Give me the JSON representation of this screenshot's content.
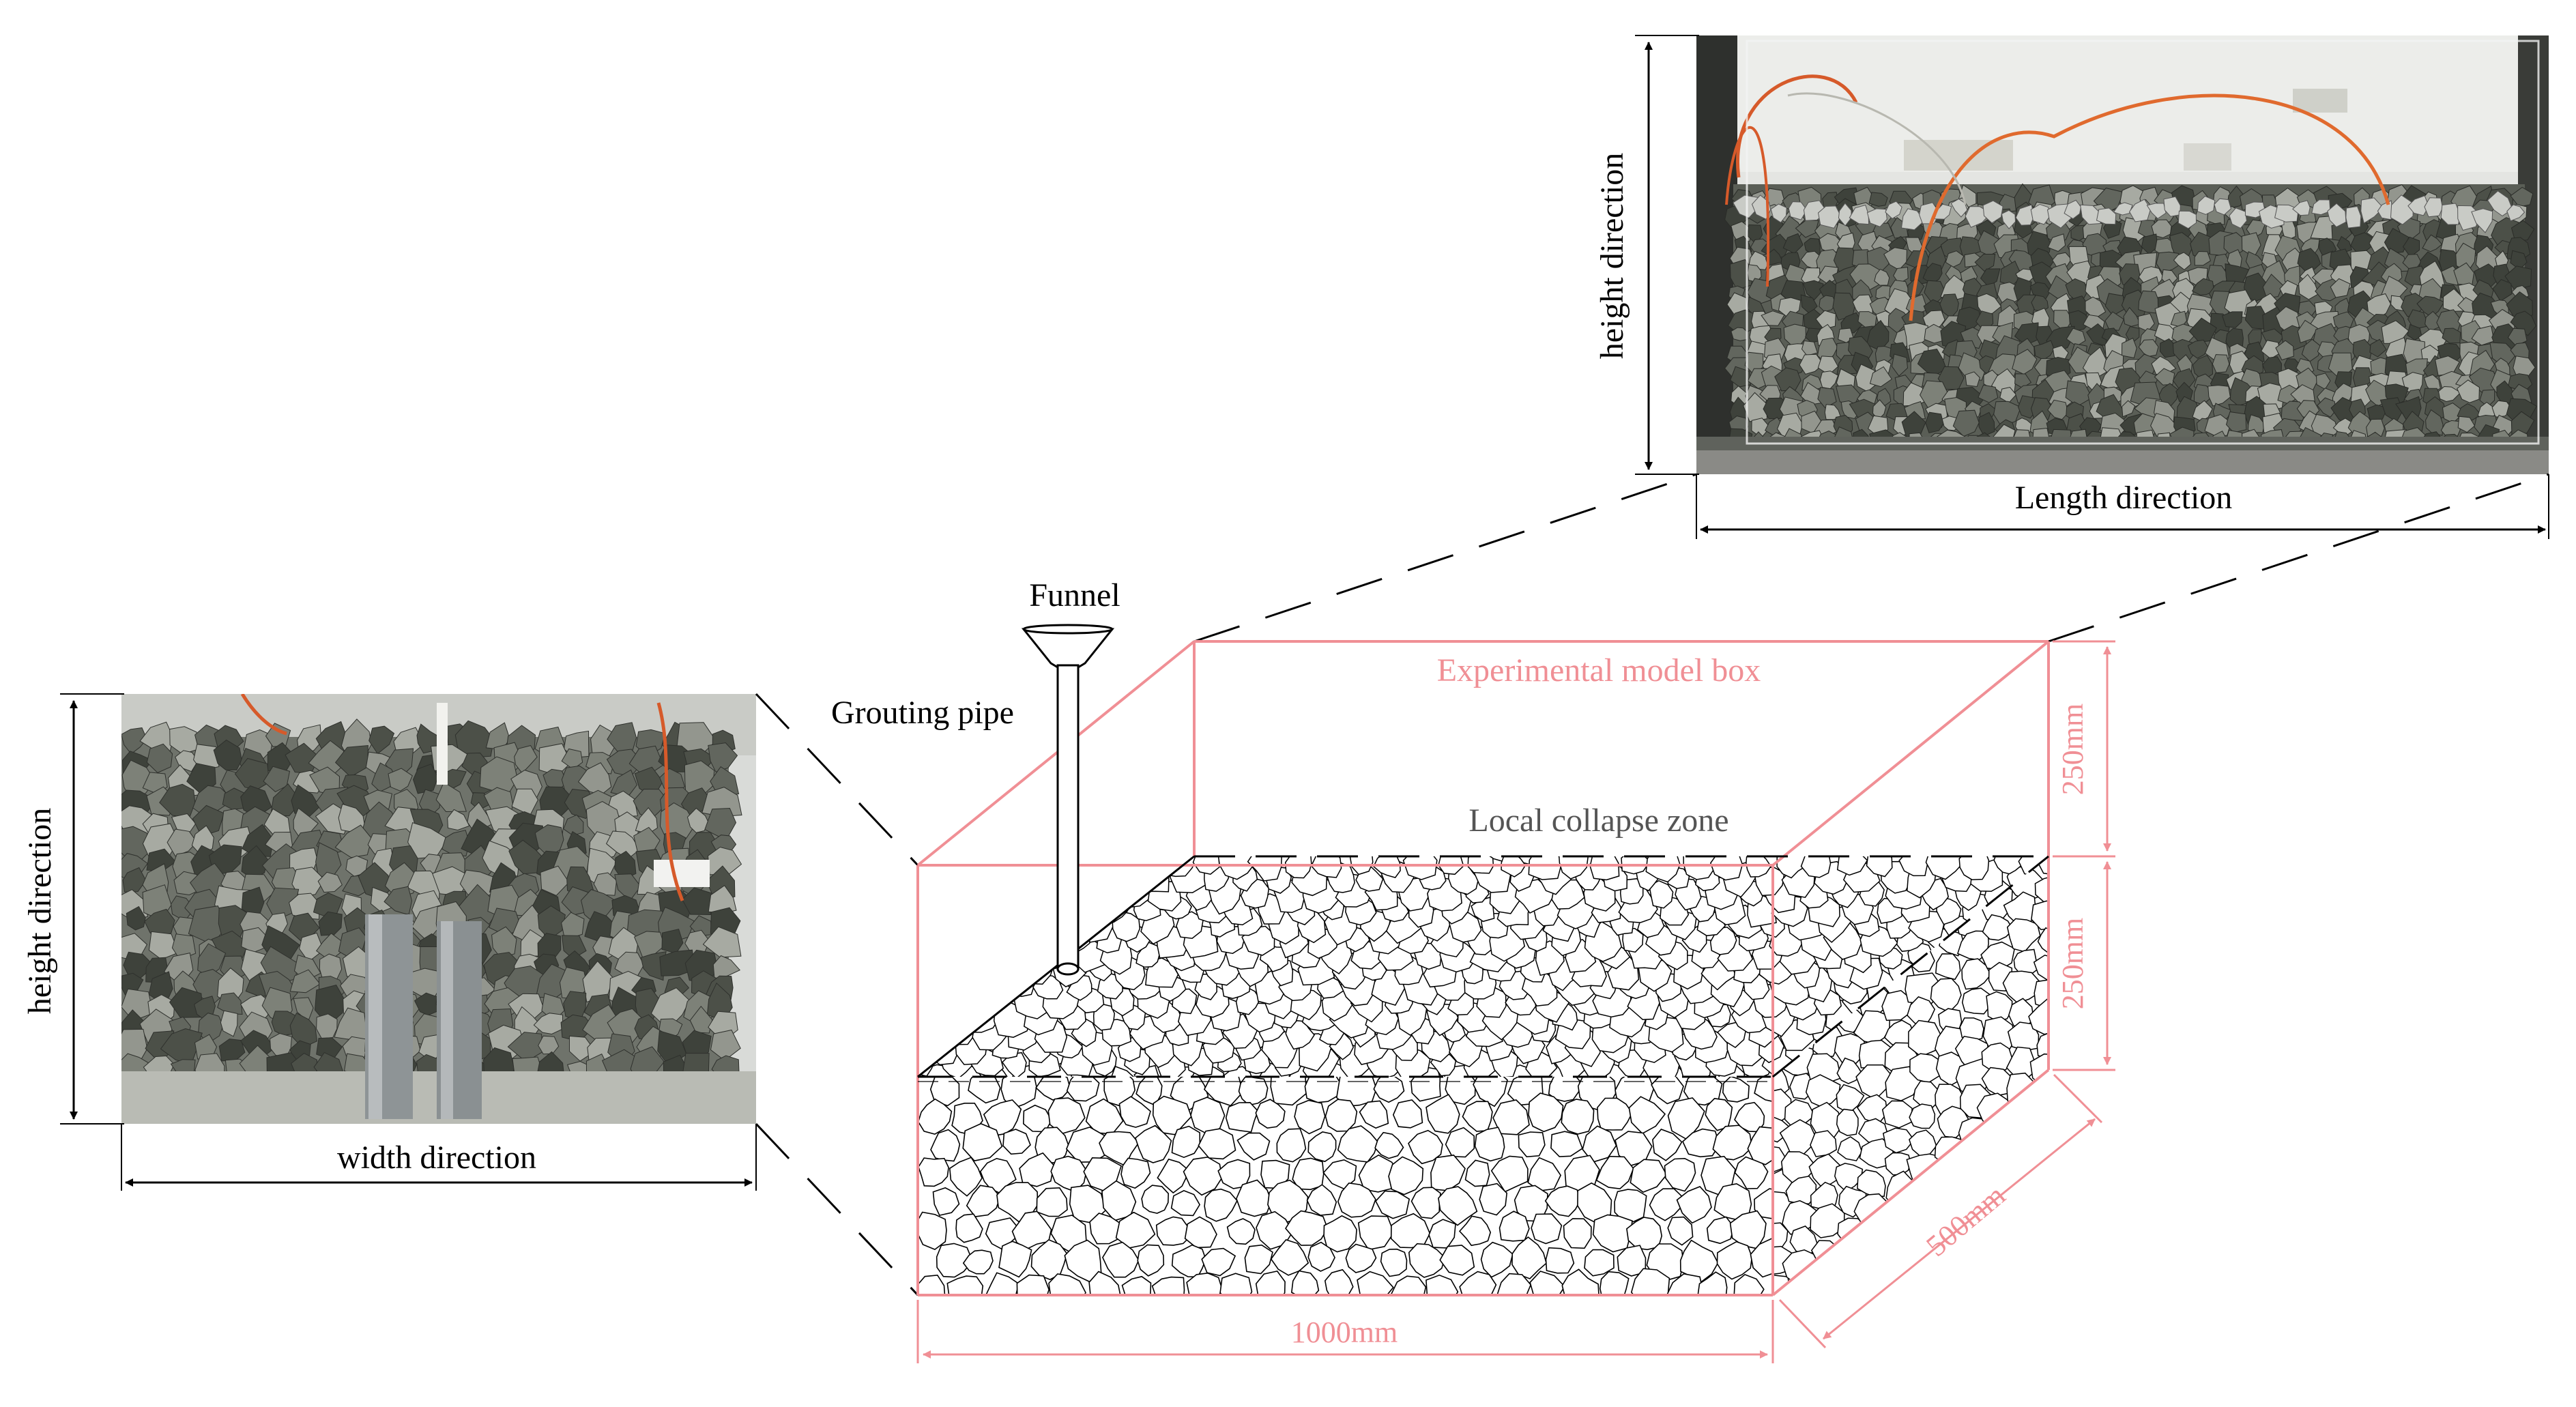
{
  "labels": {
    "right_photo_height": "height direction",
    "right_photo_length": "Length direction",
    "left_photo_height": "height direction",
    "left_photo_width": "width direction",
    "funnel": "Funnel",
    "grouting_pipe": "Grouting pipe",
    "model_box": "Experimental model box",
    "collapse_zone": "Local collapse zone",
    "dim_top_height": "250mm",
    "dim_bottom_height": "250mm",
    "dim_depth": "500mm",
    "dim_length": "1000mm"
  },
  "colors": {
    "box_outline": "#f08f95",
    "label_accent": "#f08f95",
    "line": "#000000",
    "collapse_label": "#555555",
    "stone_dark": "#4c5048",
    "stone_mid": "#7d8178",
    "stone_light": "#a7aaa2",
    "wall_light": "#dcdcd8"
  },
  "icons": {
    "photos": "gravel-photo",
    "funnel": "funnel-icon",
    "pipe": "grouting-pipe-icon"
  }
}
